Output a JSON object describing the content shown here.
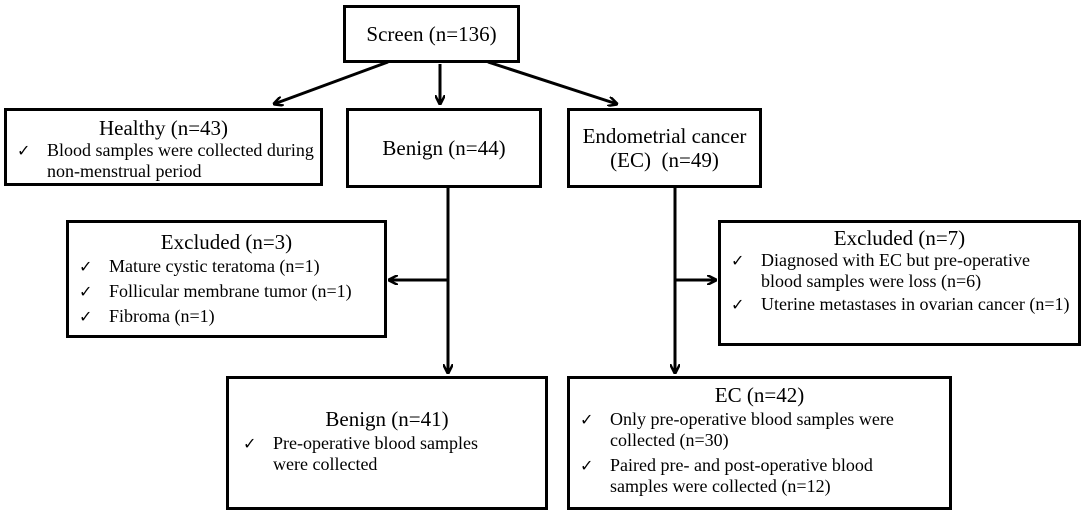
{
  "screen": {
    "label": "Screen (n=136)"
  },
  "healthy": {
    "title": "Healthy (n=43)",
    "items": [
      "Blood samples were collected during non-menstrual period"
    ]
  },
  "benign": {
    "label": "Benign (n=44)"
  },
  "endometrial": {
    "line1": "Endometrial cancer",
    "line2": "(EC)  (n=49)"
  },
  "excluded_benign": {
    "title": "Excluded (n=3)",
    "items": [
      "Mature cystic teratoma (n=1)",
      "Follicular membrane tumor (n=1)",
      "Fibroma (n=1)"
    ]
  },
  "excluded_ec": {
    "title": "Excluded (n=7)",
    "items": [
      "Diagnosed with EC but pre-operative blood samples were loss  (n=6)",
      "Uterine metastases in ovarian cancer (n=1)"
    ]
  },
  "benign_final": {
    "title": "Benign (n=41)",
    "items": [
      "Pre-operative blood samples were collected"
    ]
  },
  "ec_final": {
    "title": "EC (n=42)",
    "items": [
      "Only pre-operative blood samples were collected (n=30)",
      "Paired pre- and post-operative blood samples were collected (n=12)"
    ]
  },
  "check_glyph": "✓",
  "colors": {
    "line": "#000000",
    "background": "#ffffff"
  }
}
